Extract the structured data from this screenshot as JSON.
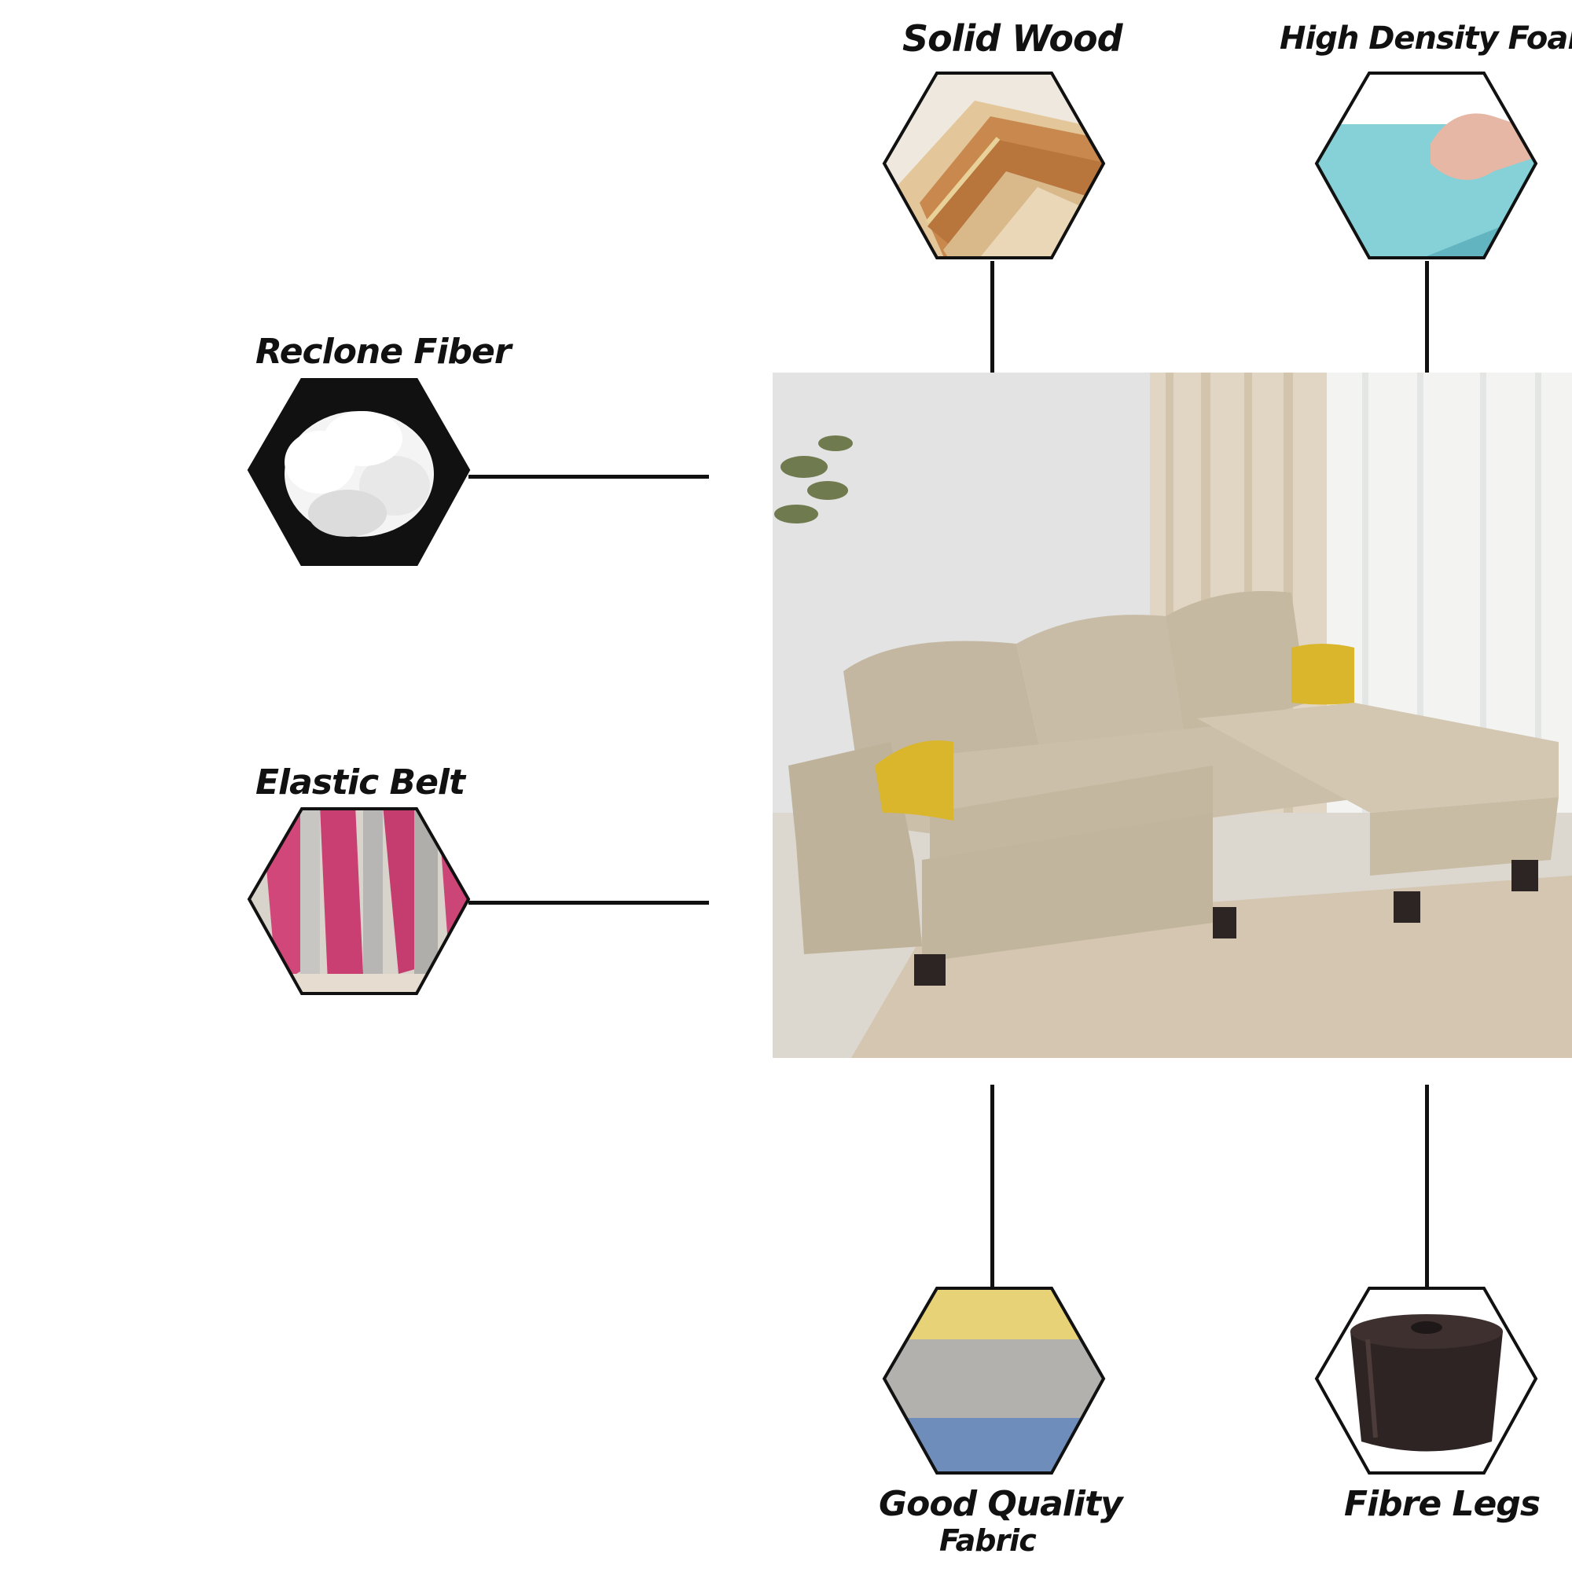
{
  "features": {
    "solid_wood": {
      "label": "Solid Wood",
      "icon": "wood-planks-icon"
    },
    "high_density_foam": {
      "label": "High Density Foam",
      "icon": "foam-block-icon"
    },
    "reclone_fiber": {
      "label": "Reclone Fiber",
      "icon": "fiber-cotton-icon"
    },
    "elastic_belt": {
      "label": "Elastic Belt",
      "icon": "elastic-belt-icon"
    },
    "good_quality_fabric": {
      "label_line1": "Good Quality",
      "label_line2": "Fabric",
      "icon": "fabric-swatches-icon"
    },
    "fibre_legs": {
      "label": "Fibre Legs",
      "icon": "sofa-leg-icon"
    }
  },
  "product": {
    "image": "l-shaped-sofa-photo",
    "colors": {
      "upholstery": "#cbbfa9",
      "cushion_accent": "#d9b62b"
    }
  }
}
